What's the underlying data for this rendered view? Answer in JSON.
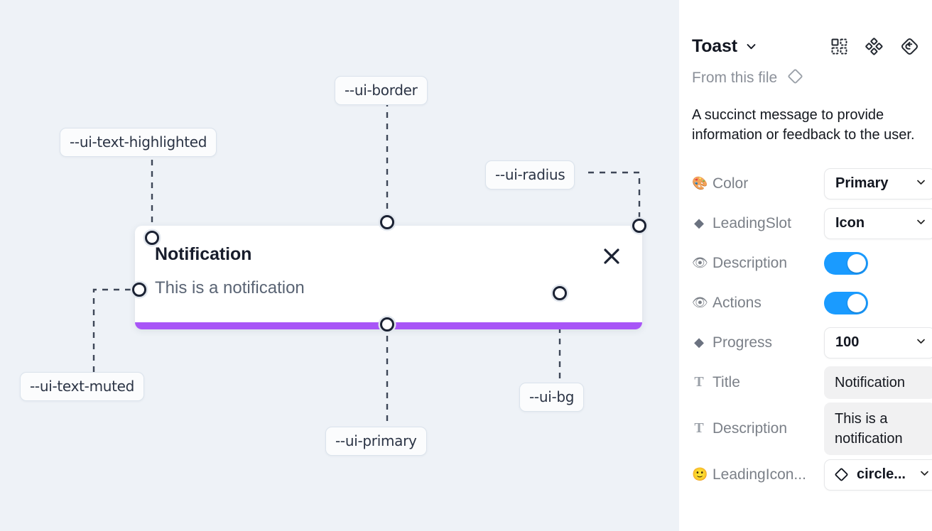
{
  "canvas": {
    "background_color": "#eef2f7",
    "toast": {
      "title": "Notification",
      "description": "This is a notification",
      "close_icon": "close-icon",
      "progress_color": "#a855f7",
      "background_color": "#ffffff"
    },
    "annotations": [
      {
        "id": "text-highlighted",
        "label": "--ui-text-highlighted"
      },
      {
        "id": "border",
        "label": "--ui-border"
      },
      {
        "id": "radius",
        "label": "--ui-radius"
      },
      {
        "id": "text-muted",
        "label": "--ui-text-muted"
      },
      {
        "id": "primary",
        "label": "--ui-primary"
      },
      {
        "id": "bg",
        "label": "--ui-bg"
      }
    ]
  },
  "panel": {
    "title": "Toast",
    "header_icons": [
      "component-grid-icon",
      "variants-icon",
      "reset-icon"
    ],
    "from_file_label": "From this file",
    "from_file_icon": "diamond-icon",
    "description": "A succinct message to provide information or feedback to the user.",
    "properties": [
      {
        "icon": "palette-emoji",
        "glyph": "🎨",
        "icon_type": "emoji",
        "label": "Color",
        "control": "select",
        "value": "Primary"
      },
      {
        "icon": "diamond-emoji",
        "glyph": "◆",
        "icon_type": "emoji",
        "label": "LeadingSlot",
        "control": "select",
        "value": "Icon"
      },
      {
        "icon": "eye-emoji",
        "glyph": "👁",
        "icon_type": "emoji",
        "label": "Description",
        "control": "toggle",
        "value": "on"
      },
      {
        "icon": "eye-emoji",
        "glyph": "👁",
        "icon_type": "emoji",
        "label": "Actions",
        "control": "toggle",
        "value": "on"
      },
      {
        "icon": "diamond-emoji",
        "glyph": "◆",
        "icon_type": "emoji",
        "label": "Progress",
        "control": "select",
        "value": "100"
      },
      {
        "icon": "text-icon",
        "glyph": "T",
        "icon_type": "serif",
        "label": "Title",
        "control": "text",
        "value": "Notification"
      },
      {
        "icon": "text-icon",
        "glyph": "T",
        "icon_type": "serif",
        "label": "Description",
        "control": "text",
        "value": "This is a notification"
      },
      {
        "icon": "smiley-emoji",
        "glyph": "🙂",
        "icon_type": "emoji",
        "label": "LeadingIcon...",
        "control": "icon-select",
        "value": "circle..."
      }
    ],
    "toggle_on_color": "#1a9bff"
  }
}
